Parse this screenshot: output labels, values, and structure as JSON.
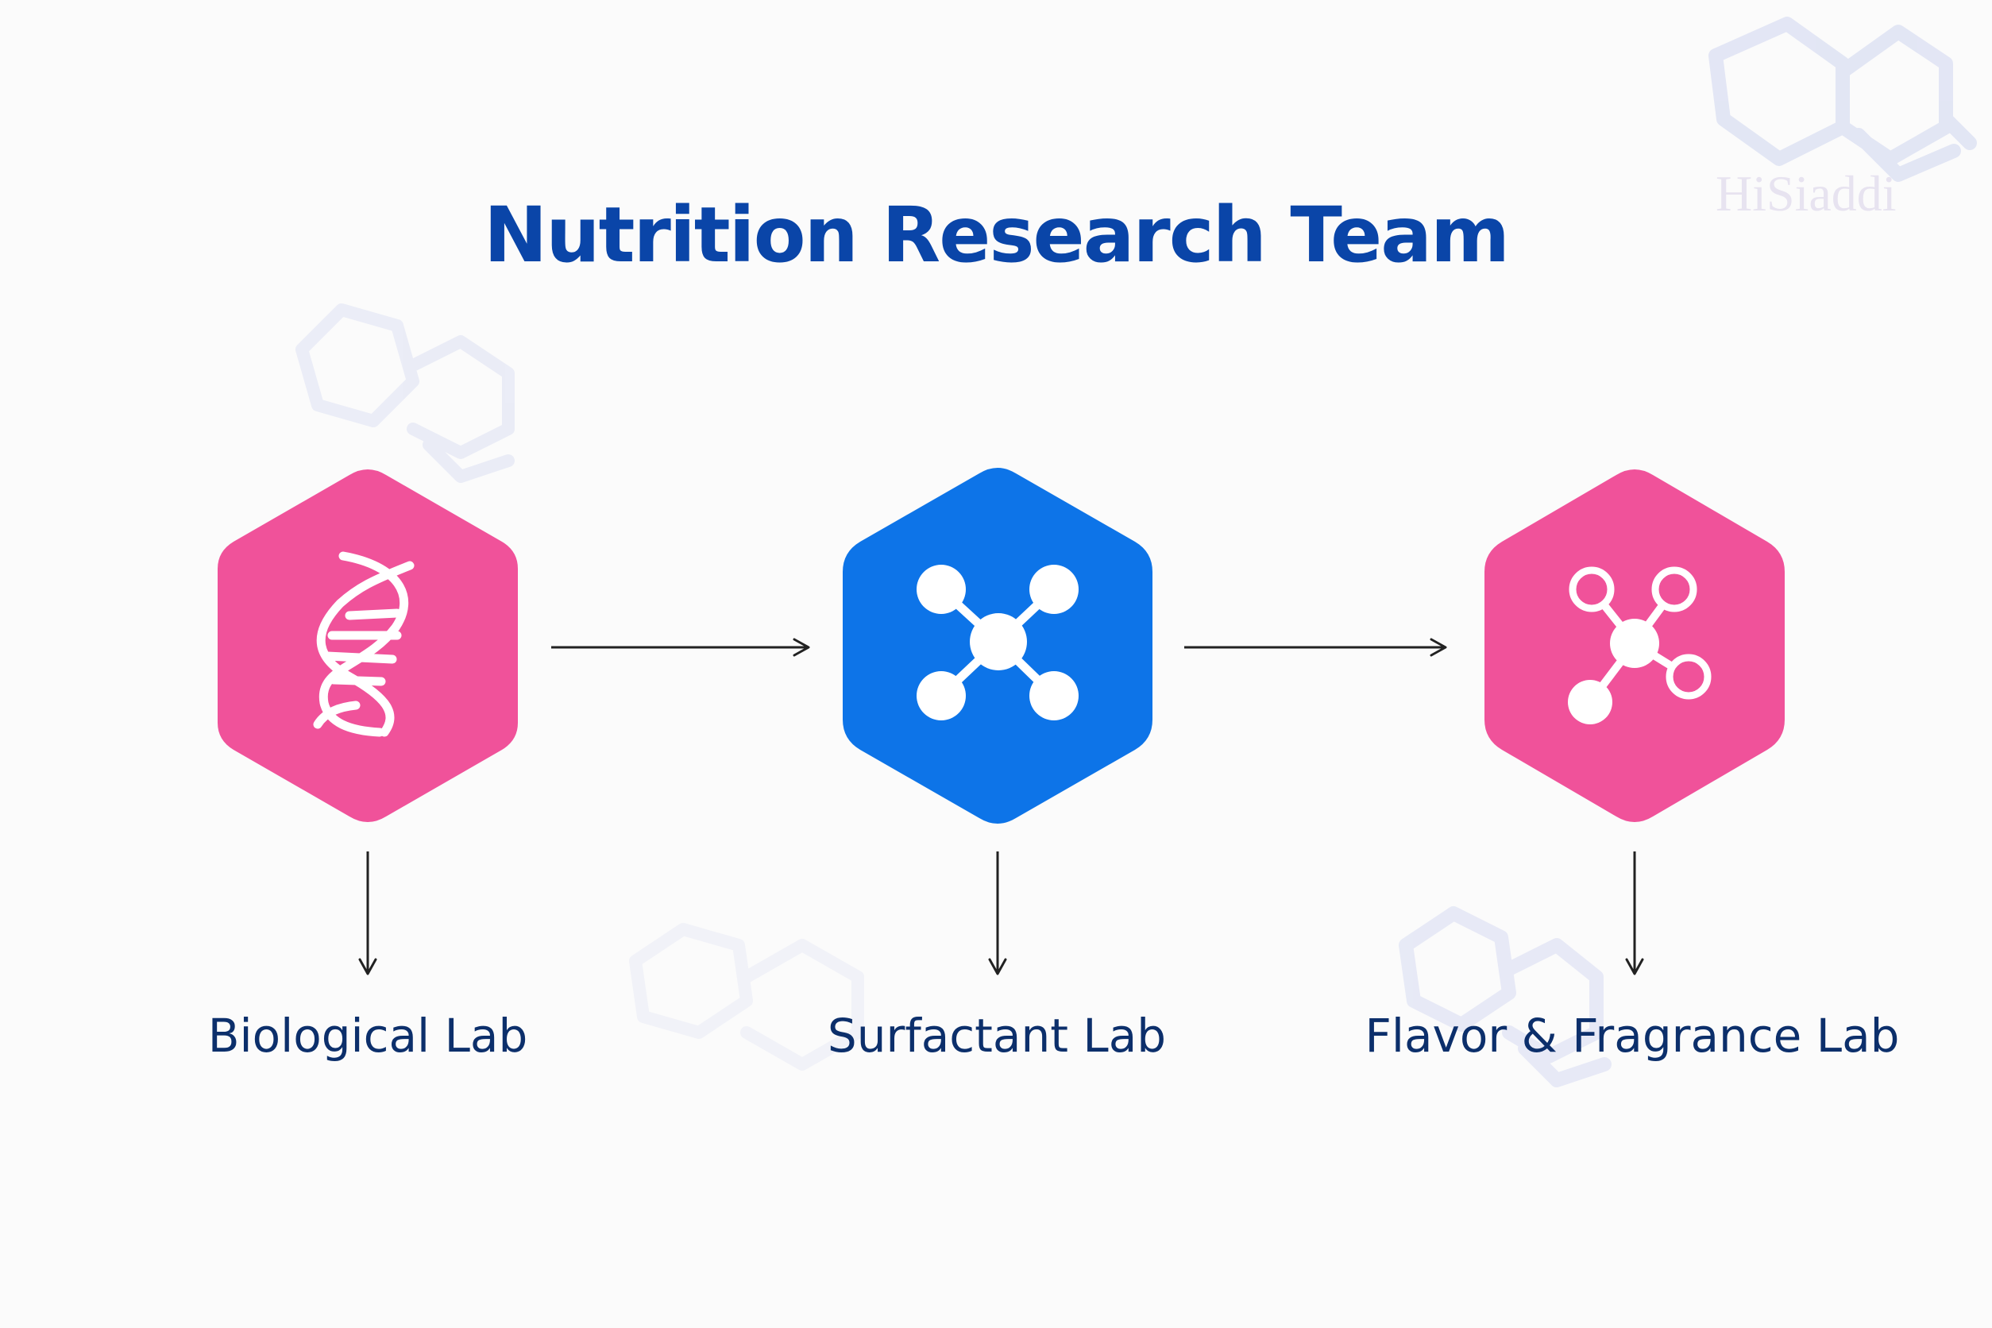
{
  "title": "Nutrition Research Team",
  "colors": {
    "title": "#0a45a8",
    "label": "#0c2f6b",
    "pink": "#f0529a",
    "blue": "#0d74e8",
    "arrow": "#222222",
    "watermark": "#d8dcf2"
  },
  "nodes": [
    {
      "id": "biological",
      "label": "Biological Lab",
      "icon": "dna-icon",
      "color": "pink"
    },
    {
      "id": "surfactant",
      "label": "Surfactant Lab",
      "icon": "molecule-x-icon",
      "color": "blue"
    },
    {
      "id": "flavor",
      "label": "Flavor & Fragrance Lab",
      "icon": "molecule-branch-icon",
      "color": "pink"
    }
  ],
  "connections": [
    {
      "from": "biological",
      "to": "surfactant"
    },
    {
      "from": "surfactant",
      "to": "flavor"
    }
  ],
  "watermark": {
    "text": "HiSiaddi"
  }
}
